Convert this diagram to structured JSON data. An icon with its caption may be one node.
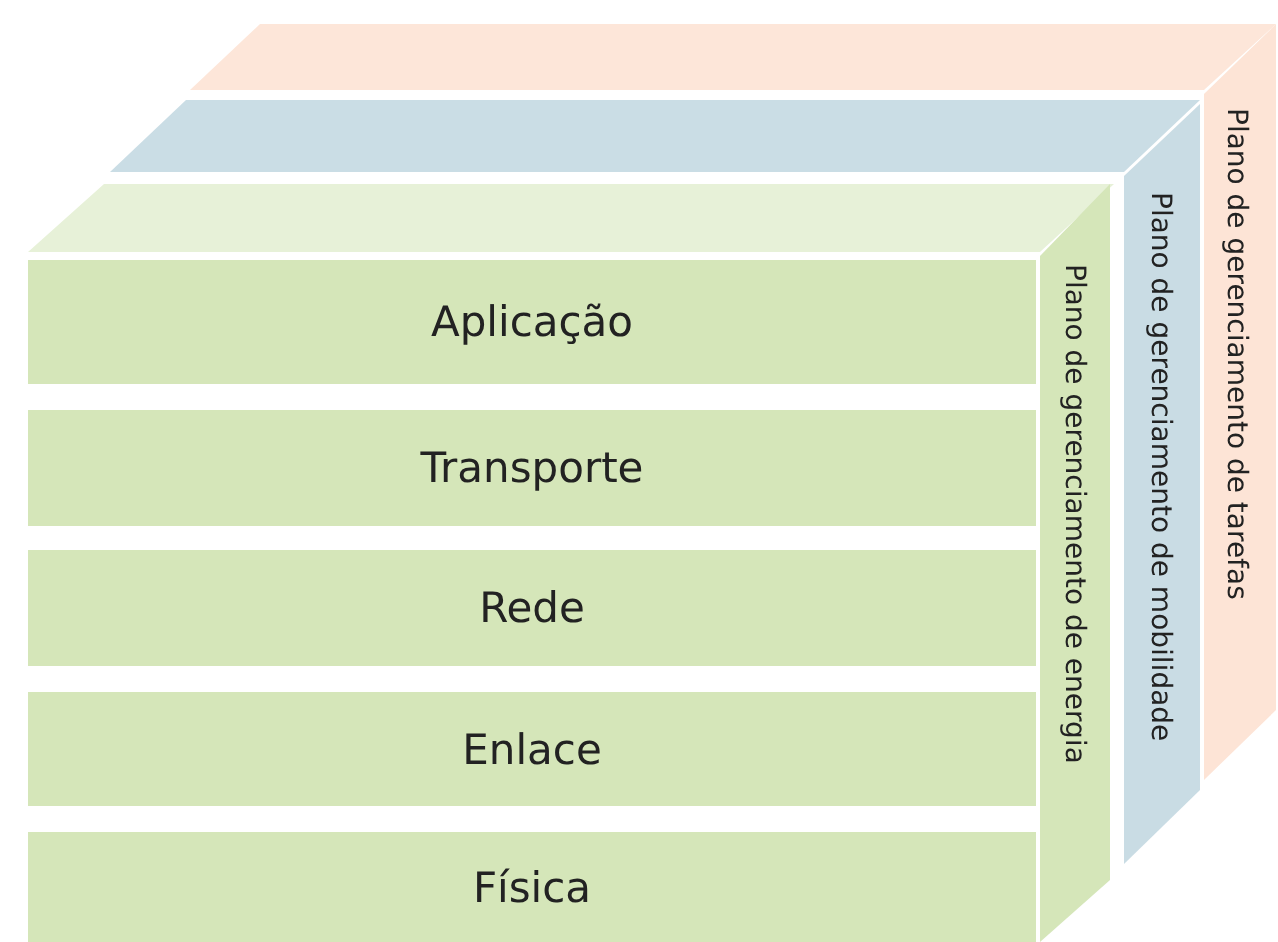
{
  "diagram": {
    "nodes": [
      {
        "text": [
          "Aplicação"
        ]
      },
      {
        "text": [
          "Transporte"
        ]
      },
      {
        "text": [
          "Rede"
        ]
      },
      {
        "text": [
          "Enlace"
        ]
      },
      {
        "text": [
          "Física"
        ]
      },
      {
        "text": [
          "Plano de gerenciamento de energia"
        ]
      },
      {
        "text": [
          "Plano de gerenciamento de mobilidade"
        ]
      },
      {
        "text": [
          "Plano de gerenciamento de tarefas"
        ]
      }
    ]
  }
}
